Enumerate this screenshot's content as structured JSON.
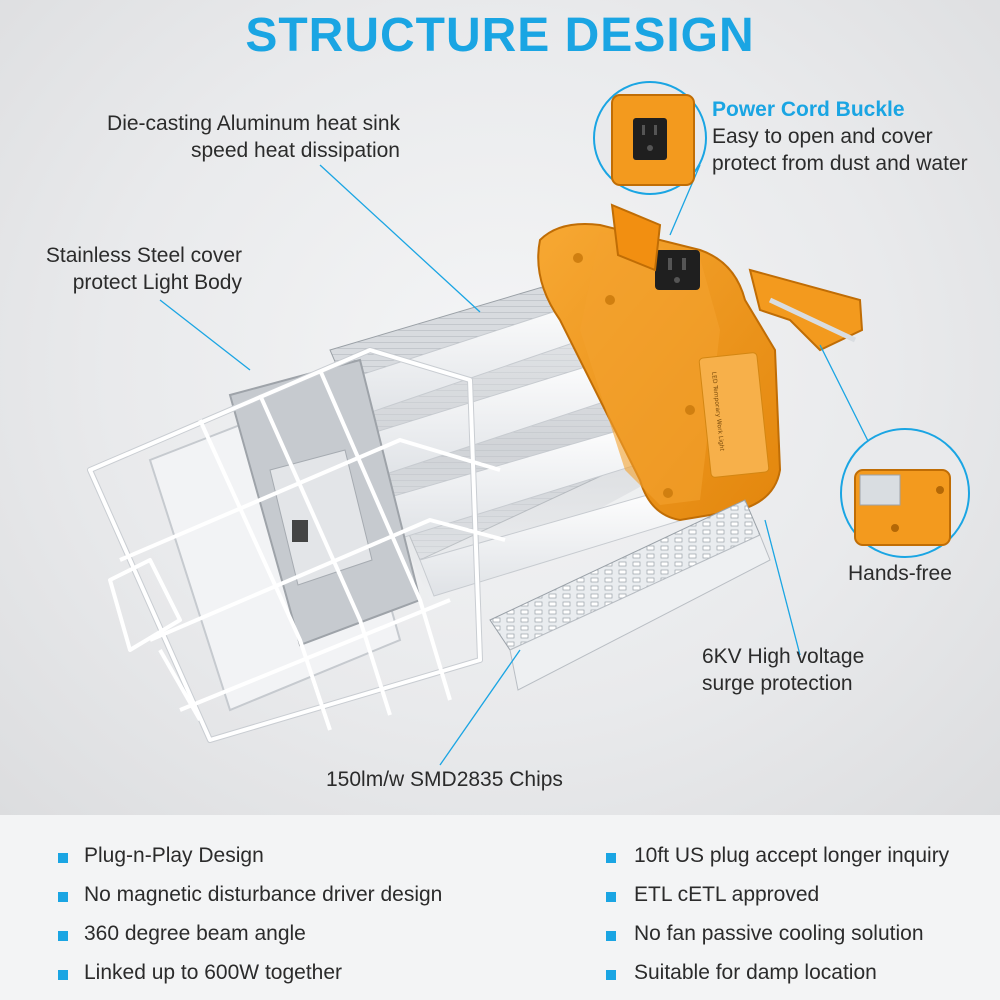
{
  "title": "STRUCTURE DESIGN",
  "callouts": {
    "heat_sink": [
      "Die-casting Aluminum heat sink",
      "speed heat dissipation"
    ],
    "cover": [
      "Stainless Steel cover",
      "protect Light Body"
    ],
    "buckle_title": "Power Cord Buckle",
    "buckle_desc": [
      "Easy to open and cover",
      "protect from dust and water"
    ],
    "hands_free": "Hands-free",
    "surge": [
      "6KV High voltage",
      "surge protection"
    ],
    "chips": "150lm/w SMD2835 Chips"
  },
  "features_left": [
    "Plug-n-Play Design",
    "No magnetic disturbance driver design",
    "360 degree beam angle",
    "Linked up to 600W together"
  ],
  "features_right": [
    "10ft US plug accept longer inquiry",
    "ETL cETL approved",
    "No fan passive cooling solution",
    "Suitable for damp location"
  ],
  "colors": {
    "accent": "#1aa5e3",
    "housing": "#f39a1e",
    "text": "#2b2b2b"
  },
  "icons": [
    "led-work-light-product",
    "outlet-detail-icon",
    "hook-detail-icon",
    "bullet-square-icon"
  ]
}
